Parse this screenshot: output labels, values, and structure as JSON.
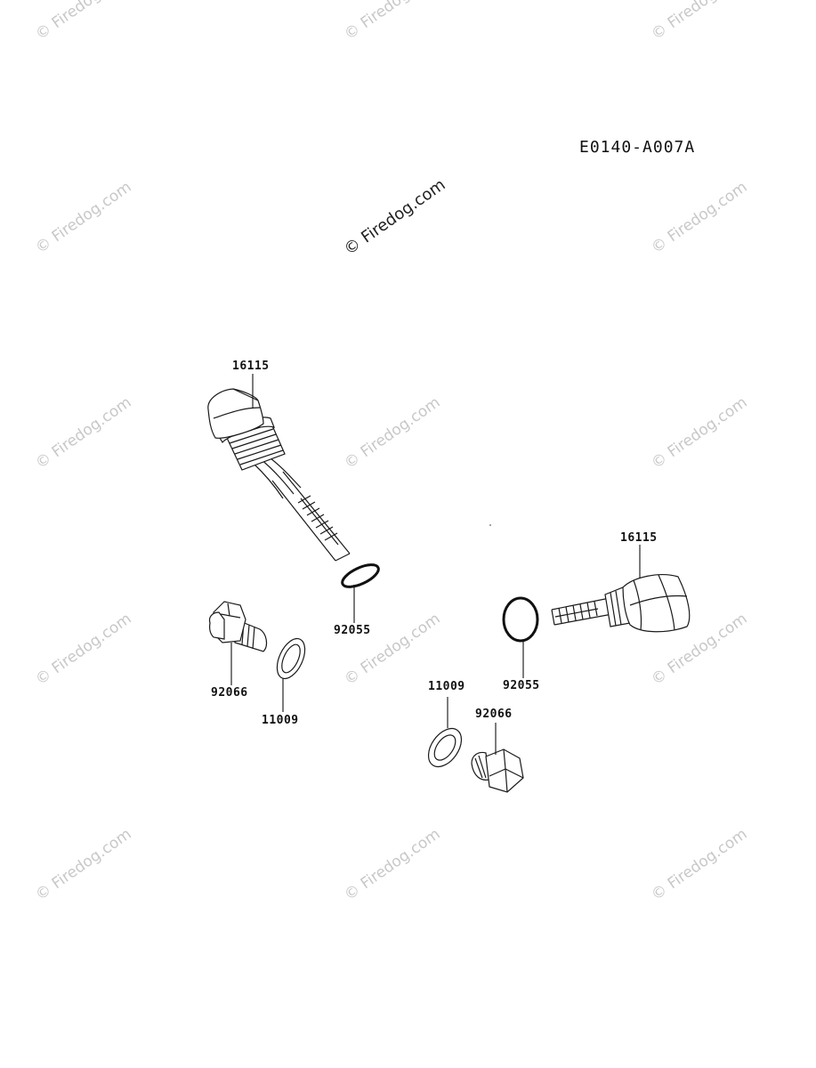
{
  "diagram_code": "E0140-A007A",
  "watermark": "© Firedog.com",
  "parts": {
    "dipstick_left": "16115",
    "oring_left": "92055",
    "plug_left": "92066",
    "washer_left": "11009",
    "dipstick_right": "16115",
    "oring_right": "92055",
    "washer_right": "11009",
    "plug_right": "92066"
  }
}
